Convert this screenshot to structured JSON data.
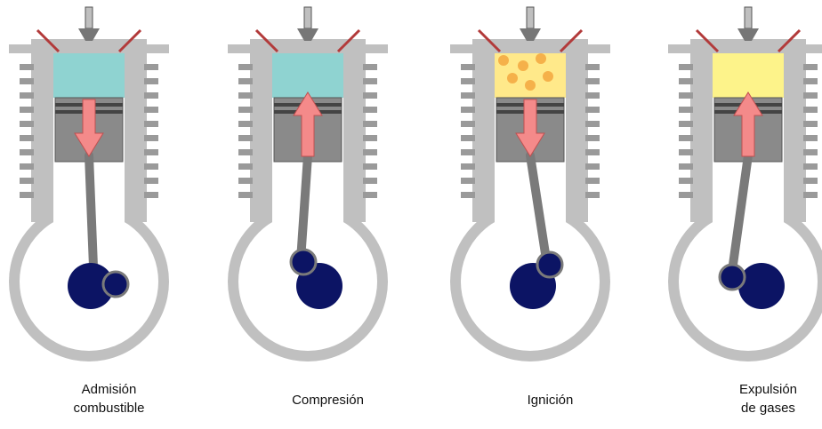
{
  "stages": [
    {
      "label_lines": [
        "Admisión",
        "combustible"
      ],
      "chamber_color": "#8fd3d1",
      "piston_arrow": "down",
      "ignition": false
    },
    {
      "label_lines": [
        "Compresión"
      ],
      "chamber_color": "#8fd3d1",
      "piston_arrow": "up",
      "ignition": false
    },
    {
      "label_lines": [
        "Ignición"
      ],
      "chamber_color": "#ffe98a",
      "piston_arrow": "down",
      "ignition": true
    },
    {
      "label_lines": [
        "Expulsión",
        "de gases"
      ],
      "chamber_color": "#fdf38a",
      "piston_arrow": "up",
      "ignition": false
    }
  ],
  "colors": {
    "casing": "#c0c0c0",
    "casing_dark": "#9a9a9a",
    "piston": "#8a8a8a",
    "crank": "#0c1464",
    "arrow": "#f48a8a",
    "valve": "#b23a3a"
  }
}
